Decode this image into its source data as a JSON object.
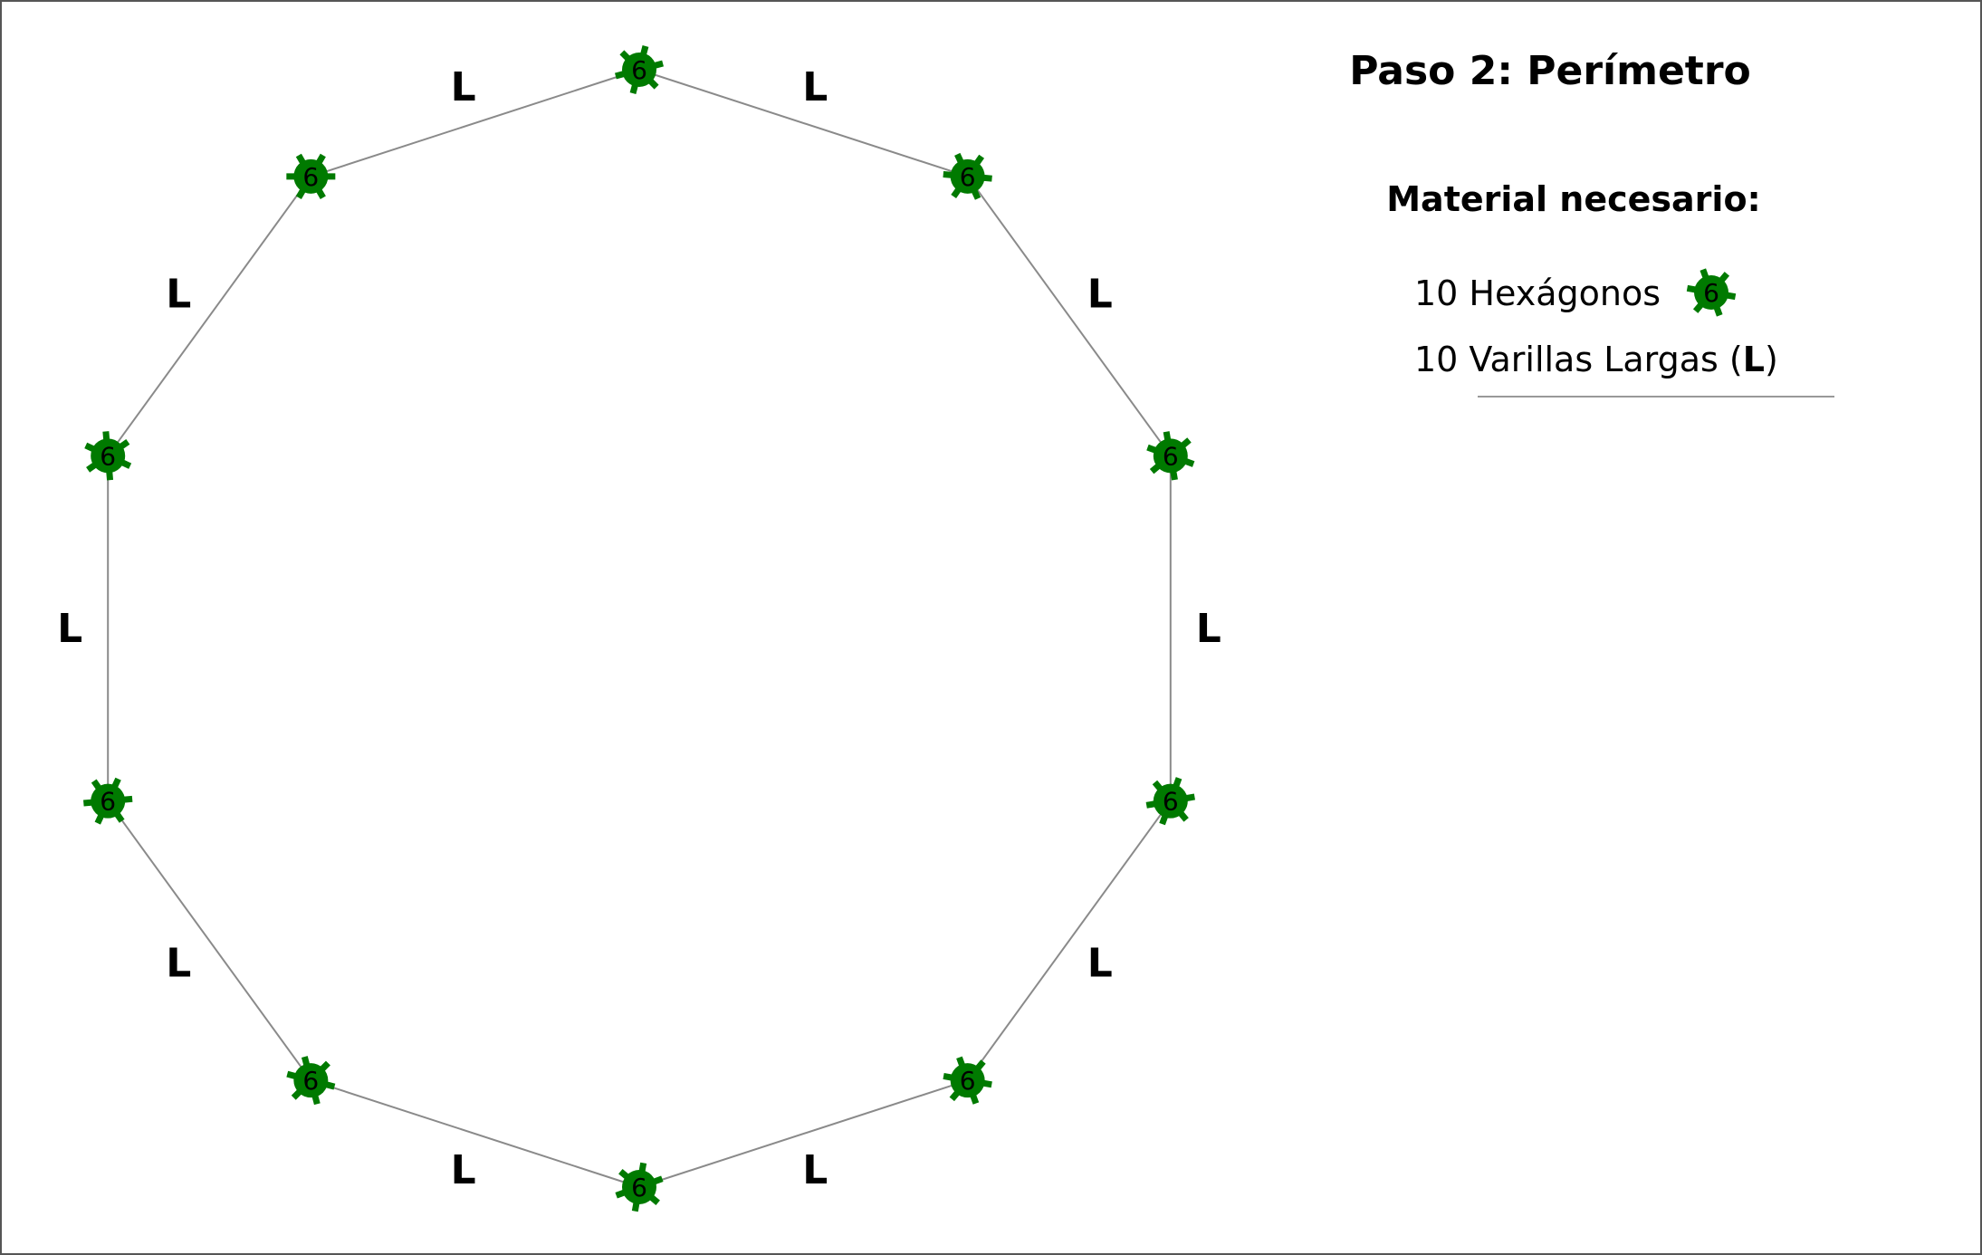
{
  "title": "Paso 2: Perímetro",
  "materials": {
    "heading": "Material necesario:",
    "hexagons": {
      "prefix": "10 Hexágonos",
      "icon": "hexagon-connector-icon",
      "icon_label": "6"
    },
    "rods": {
      "prefix": "10 Varillas Largas (",
      "bold": "L",
      "suffix": ")"
    }
  },
  "perimeter": {
    "node_label": "6",
    "rod_label": "L",
    "node_count": 10,
    "rod_count": 10
  },
  "colors": {
    "connector": "#007a00",
    "rod": "#8a8a8a",
    "border": "#555555",
    "divider": "#999999"
  }
}
